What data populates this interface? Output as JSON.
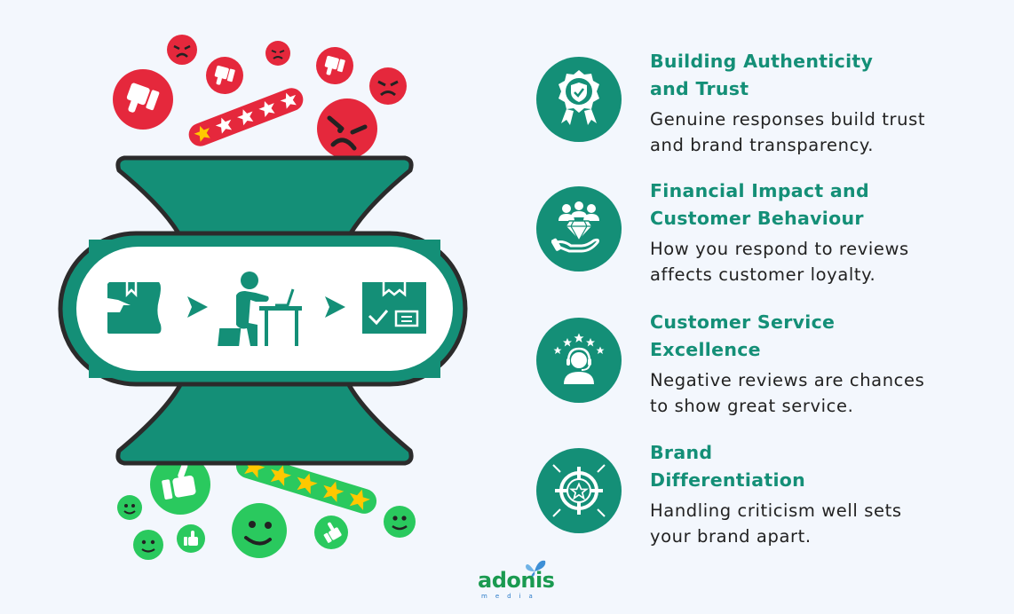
{
  "colors": {
    "background": "#f3f7fd",
    "brand_green": "#148f77",
    "negative_red": "#e5283c",
    "positive_green": "#2ac95e",
    "star_gold": "#ffc800",
    "outline": "#2b2b2b"
  },
  "illustration": {
    "negative_items": [
      "angry-face",
      "thumbs-down",
      "one-star-rating"
    ],
    "process_steps": [
      "damaged-package-icon",
      "person-at-laptop-icon",
      "approved-package-icon"
    ],
    "positive_items": [
      "smiley-face",
      "thumbs-up",
      "five-star-rating"
    ]
  },
  "features": [
    {
      "icon": "award-shield-icon",
      "title": "Building Authenticity\nand Trust",
      "description": "Genuine responses build trust\nand brand transparency."
    },
    {
      "icon": "customers-diamond-hand-icon",
      "title": "Financial Impact and\nCustomer Behaviour",
      "description": "How you respond to reviews\naffects customer loyalty."
    },
    {
      "icon": "support-agent-stars-icon",
      "title": "Customer Service\nExcellence",
      "description": "Negative reviews are chances\nto show great service."
    },
    {
      "icon": "target-star-icon",
      "title": "Brand\nDifferentiation",
      "description": "Handling criticism well sets\nyour brand apart."
    }
  ],
  "logo": {
    "name": "adonis",
    "subtitle": "media"
  }
}
